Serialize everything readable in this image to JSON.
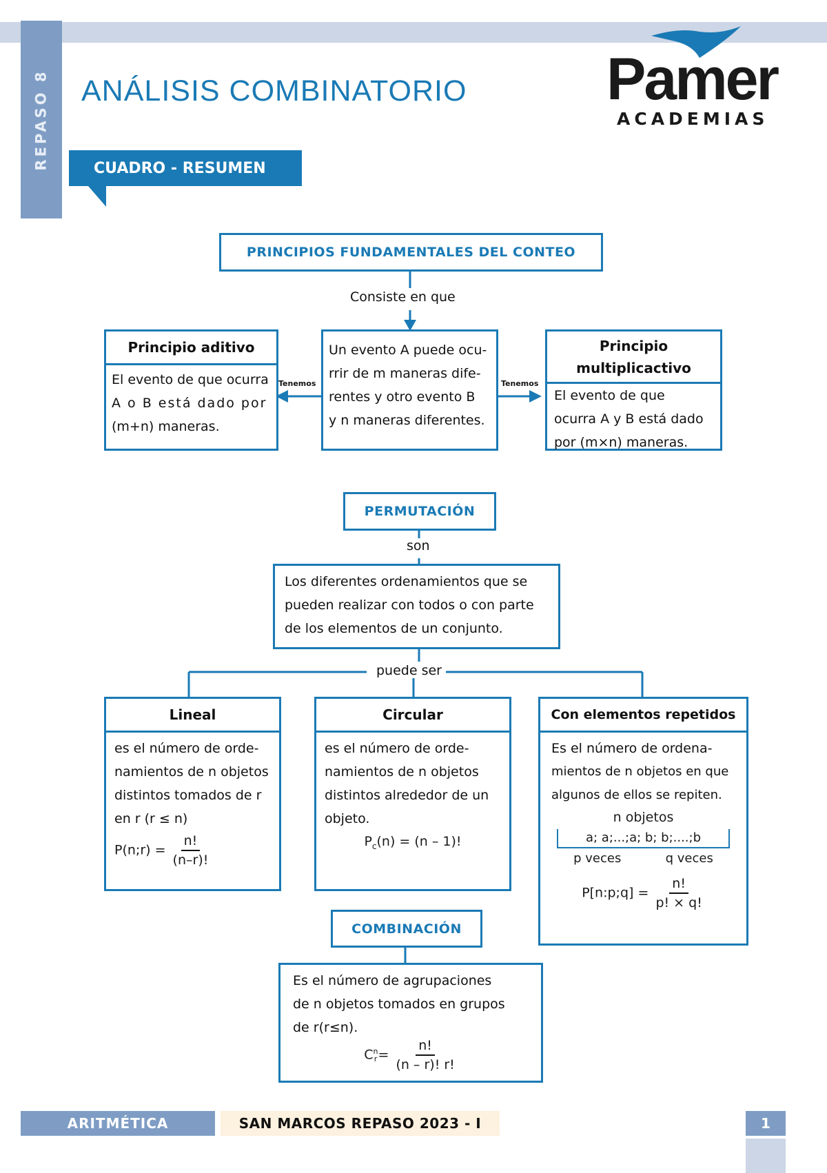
{
  "header": {
    "side_tab": "REPASO 8",
    "title": "ANÁLISIS COMBINATORIO",
    "logo_main": "Pamer",
    "logo_sub": "ACADEMIAS",
    "section": "CUADRO - RESUMEN"
  },
  "principios": {
    "title": "PRINCIPIOS FUNDAMENTALES DEL CONTEO",
    "connector": "Consiste en que",
    "center": [
      "Un evento A puede ocu-",
      "rrir de m maneras dife-",
      "rentes y otro evento B",
      "y n maneras diferentes."
    ],
    "arrow_label_left": "Tenemos",
    "arrow_label_right": "Tenemos",
    "aditivo": {
      "title": "Principio aditivo",
      "lines": [
        "El evento de que ocurra",
        "A o B está dado por",
        "(m+n) maneras."
      ]
    },
    "multiplicativo": {
      "title_line1": "Principio",
      "title_line2": "multiplicactivo",
      "lines": [
        "El evento de que",
        "ocurra A y B está dado",
        "por (m×n) maneras."
      ]
    }
  },
  "permutacion": {
    "title": "PERMUTACIÓN",
    "connector": "son",
    "definition": [
      "Los diferentes ordenamientos que se",
      "pueden realizar con todos o con parte",
      "de los elementos de un conjunto."
    ],
    "branch_label": "puede ser",
    "lineal": {
      "title": "Lineal",
      "lines": [
        "es el número de orde-",
        "namientos de n objetos",
        "distintos tomados de r",
        "en r (r ≤ n)"
      ],
      "formula_lhs": "P(n;r) =",
      "formula_num": "n!",
      "formula_den": "(n–r)!"
    },
    "circular": {
      "title": "Circular",
      "lines": [
        "es el número de orde-",
        "namientos de n objetos",
        "distintos alrededor de un",
        "objeto."
      ],
      "formula_p": "P",
      "formula_sub": "c",
      "formula_rest": "(n) = (n – 1)!"
    },
    "repetidos": {
      "title": "Con elementos repetidos",
      "lines": [
        "Es el número de ordena-",
        "mientos de n objetos en que",
        "algunos de ellos se repiten."
      ],
      "n_label": "n objetos",
      "sequence": "a; a;...;a; b; b;....;b",
      "p_label": "p veces",
      "q_label": "q veces",
      "formula_lhs": "P[n:p;q] =",
      "formula_num": "n!",
      "formula_den": "p! × q!"
    }
  },
  "combinacion": {
    "title": "COMBINACIÓN",
    "lines": [
      "Es el número de agrupaciones",
      "de n objetos tomados en grupos",
      "de r(r≤n)."
    ],
    "formula_c": "C",
    "formula_sup": "n",
    "formula_sub": "r",
    "formula_eq": "=",
    "formula_num": "n!",
    "formula_den": "(n – r)! r!"
  },
  "footer": {
    "subject": "ARITMÉTICA",
    "course": "SAN MARCOS REPASO 2023 - I",
    "page": "1"
  },
  "colors": {
    "accent": "#1a7ab5",
    "band": "#cdd6e6",
    "tab": "#7f9dc4",
    "footer_beige": "#fdf1df"
  }
}
